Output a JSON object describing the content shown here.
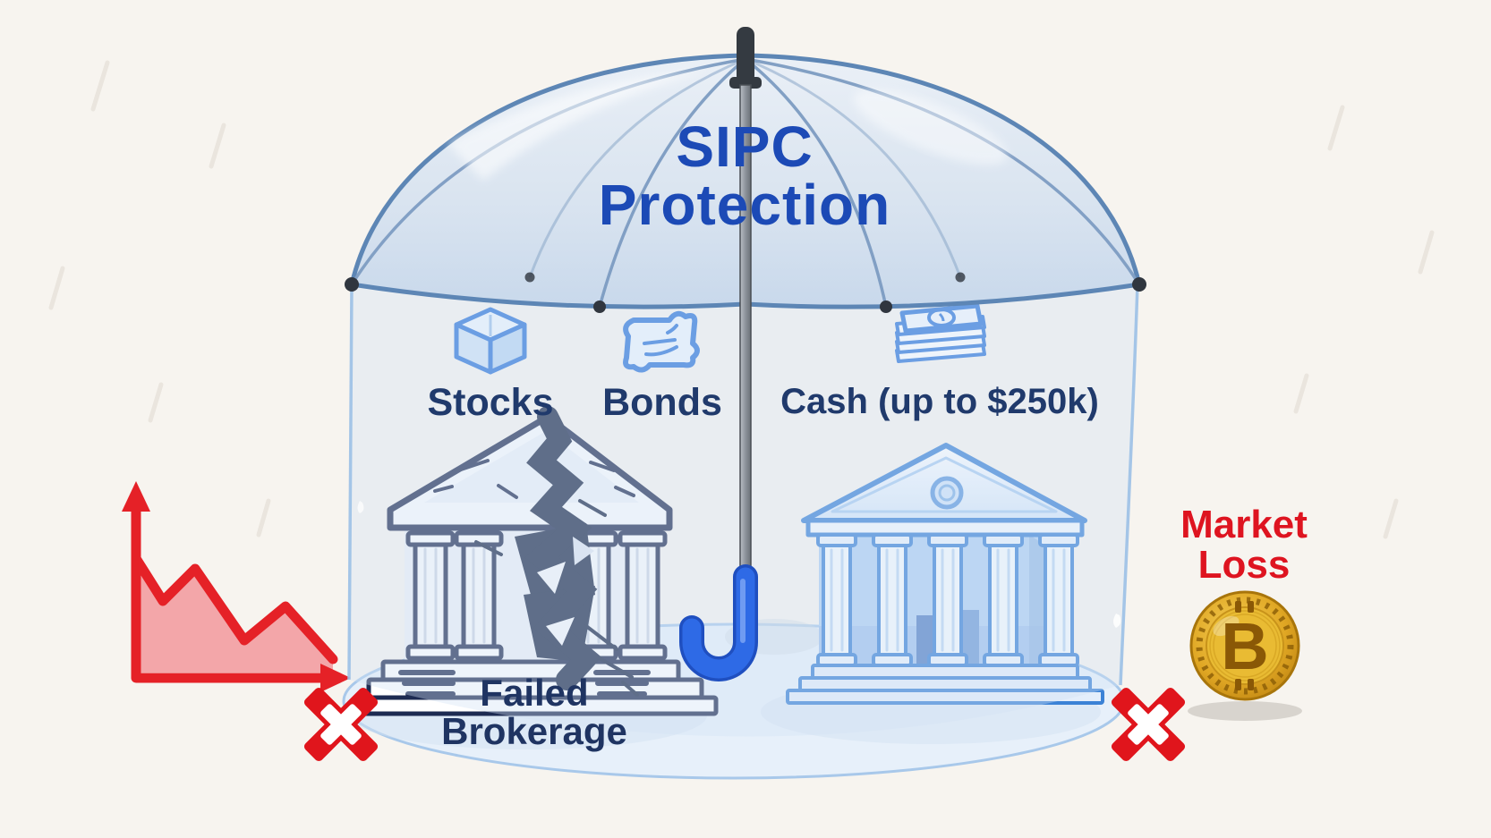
{
  "scene": {
    "description": "SIPC Protection umbrella infographic",
    "background_color": "#f7f4ef"
  },
  "umbrella": {
    "title_line1": "SIPC",
    "title_line2": "Protection",
    "title_color": "#1c4ab6",
    "canopy_color": "#bcd4ee",
    "handle_color": "#2e6ae6"
  },
  "protected_assets": {
    "label_color": "#203a6c",
    "icon_color": "#2d74d9",
    "items": [
      {
        "label": "Stocks",
        "icon": "cube-icon"
      },
      {
        "label": "Bonds",
        "icon": "bond-certificate-icon"
      },
      {
        "label": "Cash (up to $250k)",
        "icon": "cash-stack-icon"
      }
    ]
  },
  "failed_brokerage": {
    "line1": "Failed",
    "line2": "Brokerage",
    "outline_color": "#1d2b52",
    "crack_color": "#192747"
  },
  "healthy_bank": {
    "icon": "bank-building-icon",
    "outline_color": "#3b82d6"
  },
  "excluded_items": {
    "line1": "Market",
    "line2": "Loss",
    "color": "#de1420",
    "coin_symbol": "B",
    "coin": "bitcoin-coin-icon",
    "x_mark_color": "#e0151c",
    "chart_trend": "declining",
    "chart_color": "#e52127"
  }
}
